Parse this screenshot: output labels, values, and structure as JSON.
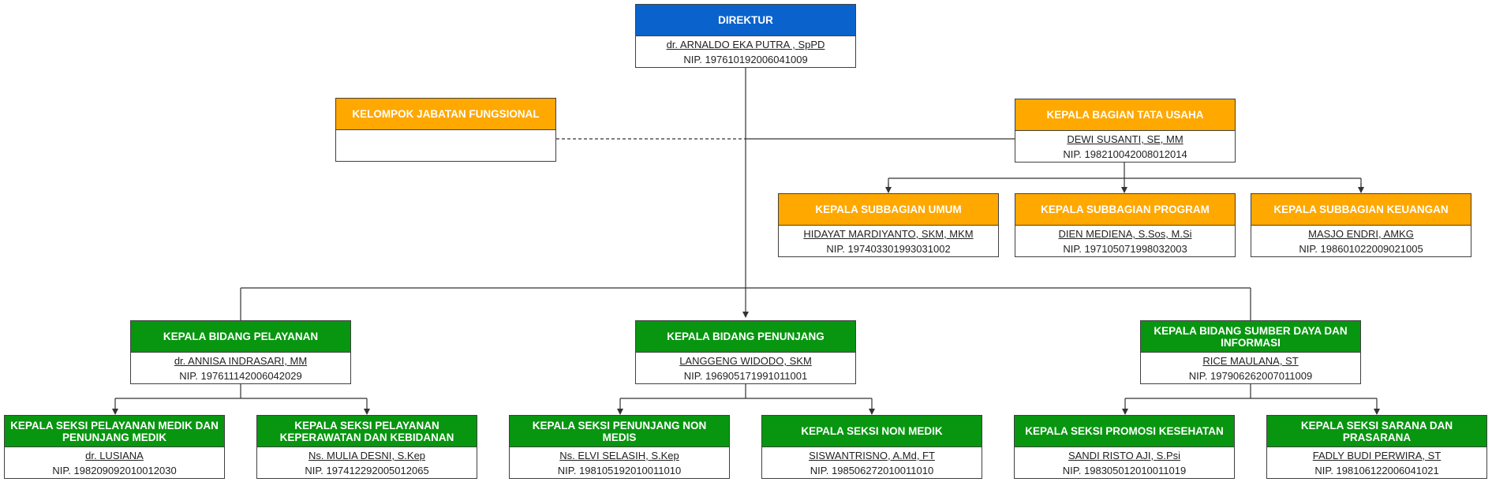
{
  "colors": {
    "director": "#0a63cc",
    "admin": "#ffa800",
    "field": "#089610",
    "line": "#333333"
  },
  "director": {
    "title": "DIREKTUR",
    "name": "dr. ARNALDO EKA PUTRA , SpPD",
    "nip": "NIP. 197610192006041009"
  },
  "functional": {
    "title": "KELOMPOK JABATAN FUNGSIONAL"
  },
  "admin_head": {
    "title": "KEPALA BAGIAN TATA USAHA",
    "name": "DEWI SUSANTI, SE, MM",
    "nip": "NIP. 198210042008012014"
  },
  "subsections": [
    {
      "title": "KEPALA SUBBAGIAN UMUM",
      "name": "HIDAYAT MARDIYANTO, SKM, MKM",
      "nip": "NIP. 197403301993031002"
    },
    {
      "title": "KEPALA SUBBAGIAN PROGRAM",
      "name": "DIEN MEDIENA, S.Sos, M.Si",
      "nip": "NIP. 197105071998032003"
    },
    {
      "title": "KEPALA SUBBAGIAN KEUANGAN",
      "name": "MASJO ENDRI, AMKG",
      "nip": "NIP. 198601022009021005"
    }
  ],
  "divisions": [
    {
      "title": "KEPALA BIDANG PELAYANAN",
      "name": "dr. ANNISA INDRASARI, MM",
      "nip": "NIP. 197611142006042029"
    },
    {
      "title": "KEPALA BIDANG PENUNJANG",
      "name": "LANGGENG WIDODO, SKM",
      "nip": "NIP. 196905171991011001"
    },
    {
      "title": "KEPALA BIDANG SUMBER DAYA DAN INFORMASI",
      "name": "RICE MAULANA, ST",
      "nip": "NIP. 197906262007011009"
    }
  ],
  "sections": [
    {
      "title": "KEPALA SEKSI PELAYANAN MEDIK DAN PENUNJANG MEDIK",
      "name": "dr. LUSIANA",
      "nip": "NIP. 198209092010012030"
    },
    {
      "title": "KEPALA SEKSI PELAYANAN KEPERAWATAN DAN KEBIDANAN",
      "name": "Ns. MULIA DESNI, S.Kep",
      "nip": "NIP. 197412292005012065"
    },
    {
      "title": "KEPALA SEKSI PENUNJANG NON MEDIS",
      "name": "Ns. ELVI SELASIH, S.Kep",
      "nip": "NIP. 198105192010011010"
    },
    {
      "title": "KEPALA SEKSI NON MEDIK",
      "name": "SISWANTRISNO, A.Md, FT",
      "nip": "NIP. 198506272010011010"
    },
    {
      "title": "KEPALA SEKSI PROMOSI KESEHATAN",
      "name": "SANDI RISTO AJI, S.Psi",
      "nip": "NIP. 198305012010011019"
    },
    {
      "title": "KEPALA SEKSI SARANA DAN PRASARANA",
      "name": "FADLY BUDI PERWIRA, ST",
      "nip": "NIP. 198106122006041021"
    }
  ]
}
